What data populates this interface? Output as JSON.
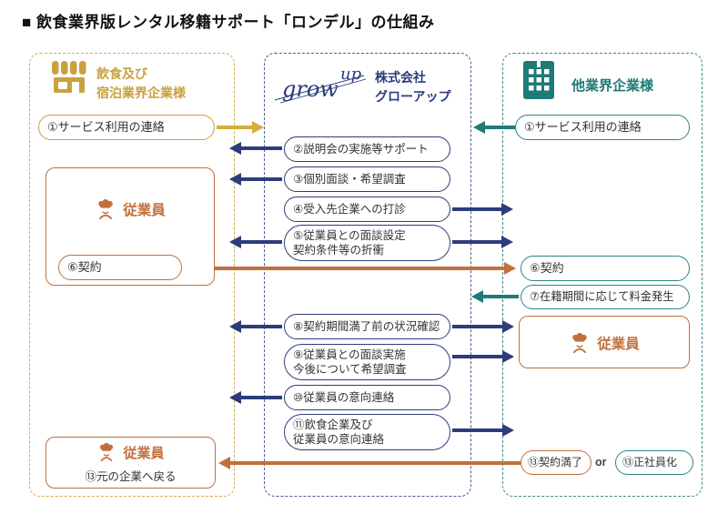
{
  "title": "■ 飲食業界版レンタル移籍サポート「ロンデル」の仕組み",
  "colors": {
    "gold": "#C9A23F",
    "navy": "#2C3C7C",
    "teal": "#1F7A78",
    "orange": "#C0703C"
  },
  "icons": {
    "left_header": "storefront-icon",
    "center_logo": "growup-script-logo",
    "right_header": "office-building-icon",
    "employee": "chef-icon"
  },
  "left": {
    "header": "飲食及び\n宿泊業界企業様",
    "pill_service": "①サービス利用の連絡",
    "employee_label": "従業員",
    "pill_contract": "⑥契約",
    "return_label": "従業員",
    "return_note": "⑬元の企業へ戻る"
  },
  "center": {
    "logo_grow": "grow",
    "logo_up": "up",
    "company": "株式会社\nグローアップ",
    "pill2": "②説明会の実施等サポート",
    "pill3": "③個別面談・希望調査",
    "pill4": "④受入先企業への打診",
    "pill5": "⑤従業員との面談設定\n契約条件等の折衝",
    "pill8": "⑧契約期間満了前の状況確認",
    "pill9": "⑨従業員との面談実施\n今後について希望調査",
    "pill10": "⑩従業員の意向連絡",
    "pill11": "⑪飲食企業及び\n従業員の意向連絡"
  },
  "right": {
    "header": "他業界企業様",
    "pill_service": "①サービス利用の連絡",
    "pill_contract": "⑥契約",
    "pill_fee": "⑦在籍期間に応じて料金発生",
    "employee_label": "従業員",
    "pill_contract_end": "⑬契約満了",
    "or": "or",
    "pill_fulltime": "⑬正社員化"
  }
}
